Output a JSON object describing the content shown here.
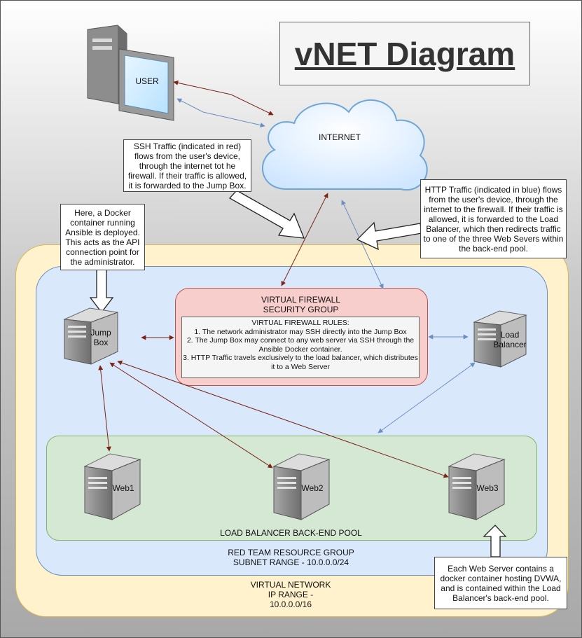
{
  "title": "vNET Diagram",
  "nodes": {
    "user": "USER",
    "internet": "INTERNET",
    "jump_box": "Jump\nBox",
    "load_balancer": "Load\nBalancer",
    "web1": "Web1",
    "web2": "Web2",
    "web3": "Web3"
  },
  "firewall": {
    "title_line1": "VIRTUAL FIREWALL",
    "title_line2": "SECURITY GROUP",
    "rules": [
      "VIRTUAL FIREWALL RULES:",
      "1. The network administrator may SSH directly into the Jump Box",
      "2. The Jump Box may connect to any web server via SSH through the Ansible Docker container.",
      "3. HTTP Traffic travels exclusively to the load balancer, which distributes it to a Web Server"
    ]
  },
  "groups": {
    "pool": "LOAD BALANCER BACK-END POOL",
    "resource_group_line1": "RED TEAM RESOURCE GROUP",
    "resource_group_line2": "SUBNET RANGE - 10.0.0.0/24",
    "vnet_line1": "VIRTUAL NETWORK",
    "vnet_line2": "IP RANGE -",
    "vnet_line3": "10.0.0.0/16"
  },
  "notes": {
    "ssh": "SSH Traffic (indicated in red) flows from the user's device, through the internet tot he firewall. If their traffic is allowed, it is forwarded to the Jump Box.",
    "http": "HTTP Traffic (indicated in blue) flows from the user's device, through the internet to the firewall. If their traffic is allowed, it is forwarded to the Load Balancer, which then redirects traffic to one of the three Web Severs within the back-end pool.",
    "docker": "Here, a Docker container running Ansible is deployed. This acts as the API connection point for the administrator.",
    "webserver": "Each Web Server contains a docker container hosting DVWA, and is contained within the Load Balancer's back-end pool."
  },
  "colors": {
    "ssh": "#7a2416",
    "http": "#6c8ebf",
    "firewall_fill": "#f8cecc",
    "resource_group_fill": "#dae8fc",
    "pool_fill": "#d5e8d4",
    "vnet_fill": "#fff2cc"
  }
}
